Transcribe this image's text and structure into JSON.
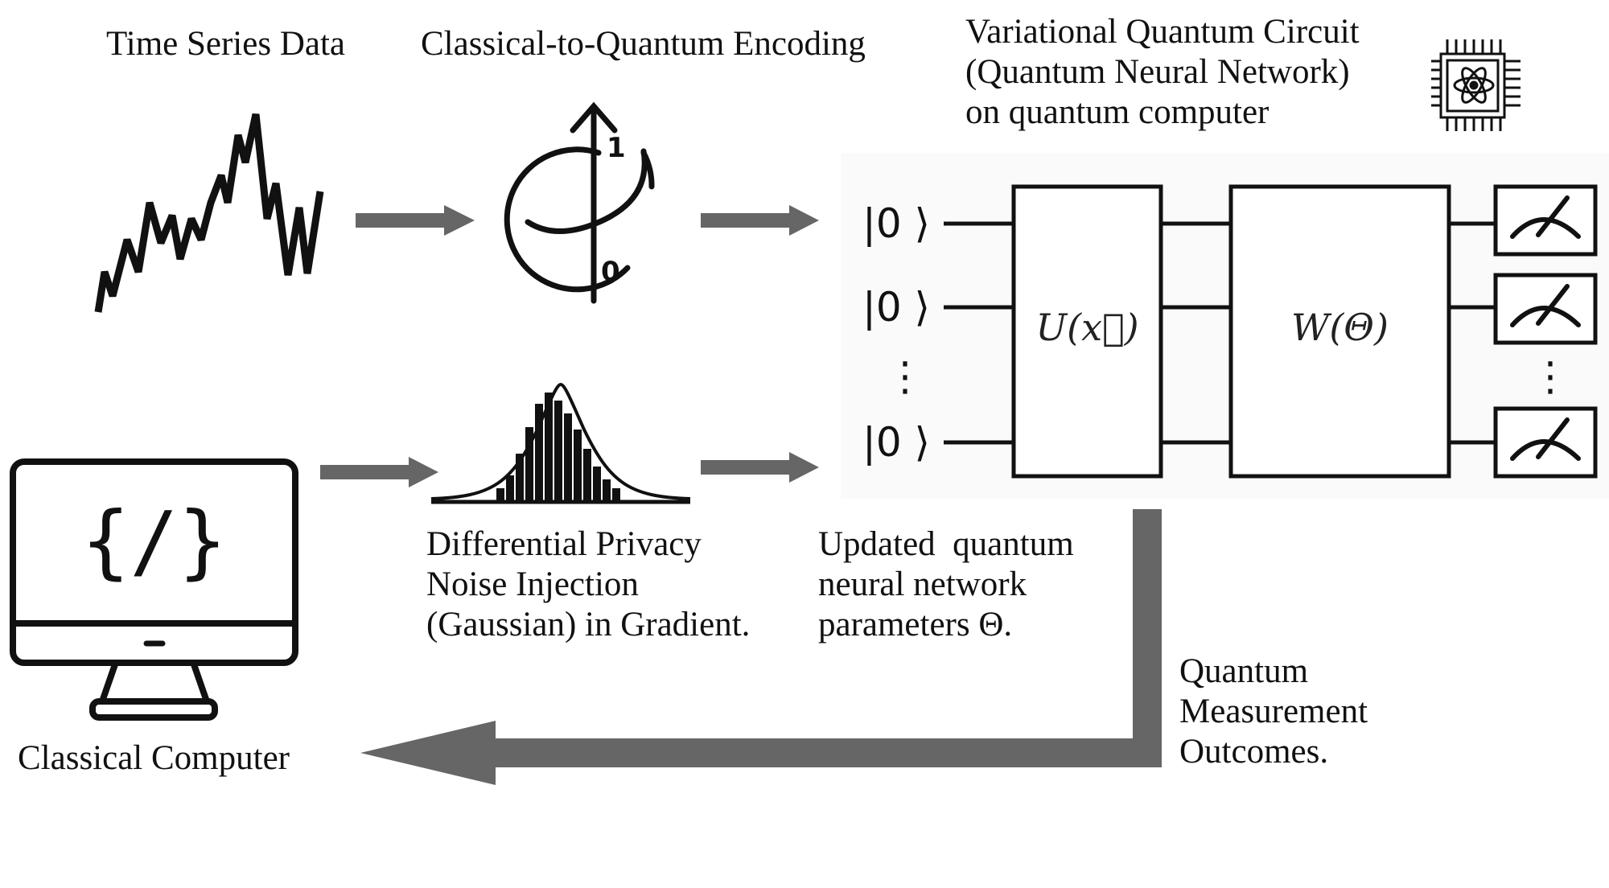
{
  "labels": {
    "time_series": "Time Series Data",
    "encoding": "Classical-to-Quantum Encoding",
    "vqc": [
      "Variational Quantum Circuit",
      "(Quantum Neural Network)",
      "on quantum computer"
    ],
    "dp": [
      "Differential Privacy",
      "Noise Injection",
      "(Gaussian) in Gradient."
    ],
    "updated": [
      "Updated  quantum",
      "neural network",
      "parameters Θ."
    ],
    "measurement": [
      "Quantum",
      "Measurement",
      "Outcomes."
    ],
    "classical_computer": "Classical Computer"
  },
  "circuit": {
    "kets": [
      "|0 ⟩",
      "|0 ⟩",
      "⋮",
      "|0 ⟩"
    ],
    "encoding_gate": "U(x⃗)",
    "variational_gate": "W(Θ)",
    "measurement_ellipsis": "⋮"
  },
  "bloch": {
    "one": "1",
    "zero": "0"
  },
  "code_symbol": "{/}",
  "colors": {
    "arrow": "#666666",
    "ink": "#111111",
    "panel": "#fafafa"
  },
  "icons": [
    "time-series-icon",
    "bloch-sphere-icon",
    "gaussian-histogram-icon",
    "quantum-chip-icon",
    "computer-monitor-icon",
    "measurement-meter-icon"
  ]
}
